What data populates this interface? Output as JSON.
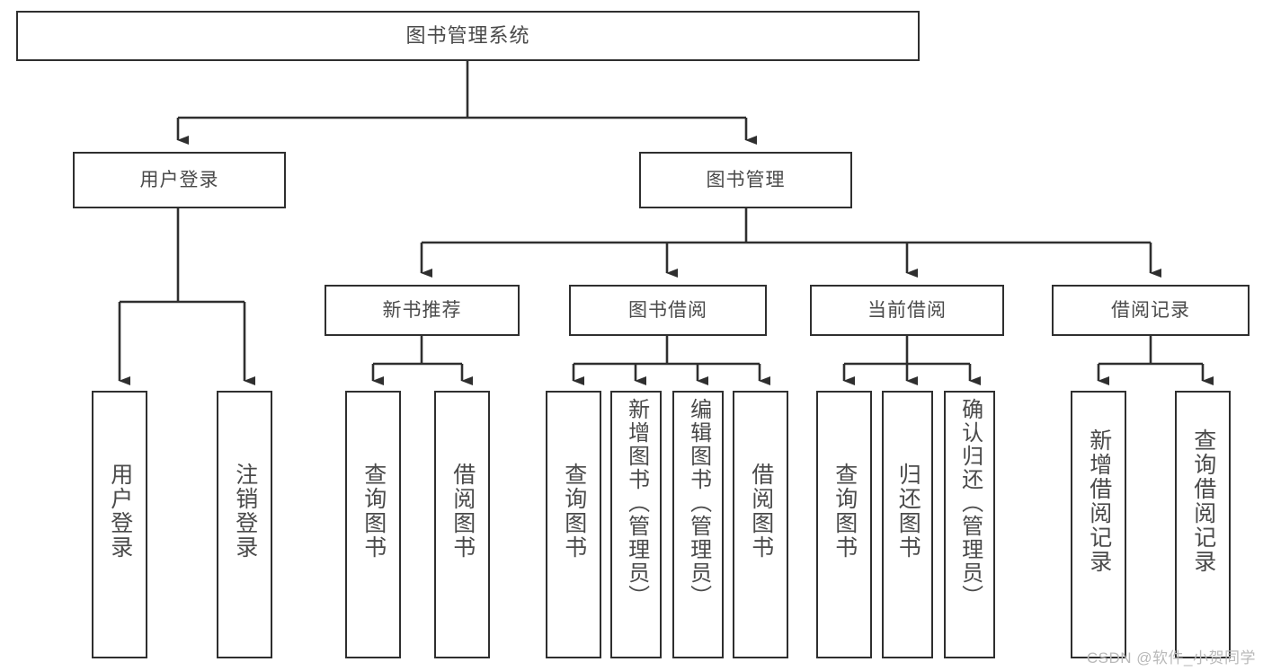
{
  "diagram": {
    "title": "图书管理系统",
    "type": "tree-hierarchy",
    "levels": 4,
    "root": {
      "id": "root",
      "label": "图书管理系统"
    },
    "level2": [
      {
        "id": "user-login",
        "label": "用户登录"
      },
      {
        "id": "book-manage",
        "label": "图书管理"
      }
    ],
    "level3": [
      {
        "id": "new-book-rec",
        "label": "新书推荐",
        "parent": "book-manage"
      },
      {
        "id": "book-borrow",
        "label": "图书借阅",
        "parent": "book-manage"
      },
      {
        "id": "current-borrow",
        "label": "当前借阅",
        "parent": "book-manage"
      },
      {
        "id": "borrow-record",
        "label": "借阅记录",
        "parent": "book-manage"
      }
    ],
    "leaves": [
      {
        "id": "leaf-user-login",
        "label": "用户登录",
        "parent": "user-login"
      },
      {
        "id": "leaf-logout",
        "label": "注销登录",
        "parent": "user-login"
      },
      {
        "id": "leaf-query-book-1",
        "label": "查询图书",
        "parent": "new-book-rec"
      },
      {
        "id": "leaf-borrow-book-1",
        "label": "借阅图书",
        "parent": "new-book-rec"
      },
      {
        "id": "leaf-query-book-2",
        "label": "查询图书",
        "parent": "book-borrow"
      },
      {
        "id": "leaf-add-book",
        "label": "新增图书（管理员）",
        "parent": "book-borrow"
      },
      {
        "id": "leaf-edit-book",
        "label": "编辑图书（管理员）",
        "parent": "book-borrow"
      },
      {
        "id": "leaf-borrow-book-2",
        "label": "借阅图书",
        "parent": "book-borrow"
      },
      {
        "id": "leaf-query-book-3",
        "label": "查询图书",
        "parent": "current-borrow"
      },
      {
        "id": "leaf-return-book",
        "label": "归还图书",
        "parent": "current-borrow"
      },
      {
        "id": "leaf-confirm-return",
        "label": "确认归还（管理员）",
        "parent": "current-borrow"
      },
      {
        "id": "leaf-add-record",
        "label": "新增借阅记录",
        "parent": "borrow-record"
      },
      {
        "id": "leaf-query-record",
        "label": "查询借阅记录",
        "parent": "borrow-record"
      }
    ]
  },
  "watermark": {
    "text": "CSDN @软件_小贺同学"
  },
  "colors": {
    "box_border": "#2f2f2f",
    "box_fill": "#ffffff",
    "connector": "#2f2f2f",
    "text": "#4a4a4a",
    "watermark": "#b9b9b9"
  }
}
